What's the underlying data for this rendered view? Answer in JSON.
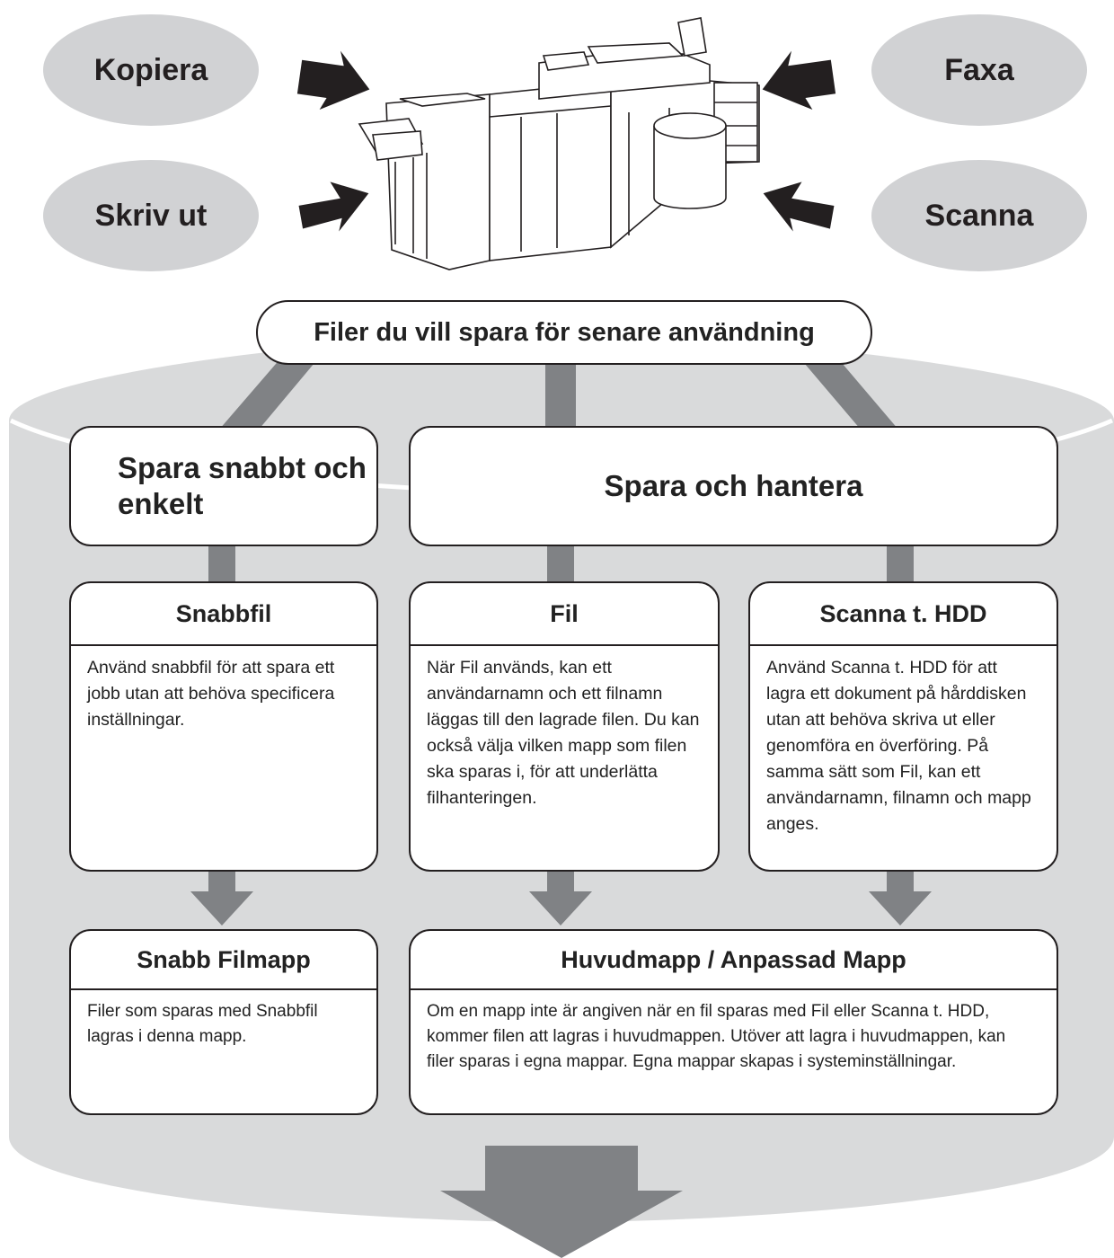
{
  "sources": {
    "copy": "Kopiera",
    "print": "Skriv ut",
    "fax": "Faxa",
    "scan": "Scanna"
  },
  "top_label": "Filer du vill spara för senare användning",
  "categories": {
    "quick": "Spara snabbt och enkelt",
    "manage": "Spara och hantera"
  },
  "modes": {
    "quickfile": {
      "title": "Snabbfil",
      "text": "Använd snabbfil för att spara ett jobb utan att behöva specificera inställningar."
    },
    "file": {
      "title": "Fil",
      "text": "När Fil används, kan ett användarnamn och ett filnamn läggas till den lagrade filen. Du kan också välja vilken mapp som filen ska sparas i, för att underlätta filhanteringen."
    },
    "scan_hdd": {
      "title": "Scanna t. HDD",
      "text": "Använd Scanna t. HDD för att lagra ett dokument på hårddisken utan att behöva skriva ut eller genomföra en överföring. På samma sätt som Fil, kan ett användarnamn, filnamn och mapp anges."
    }
  },
  "folders": {
    "quick_folder": {
      "title": "Snabb Filmapp",
      "text": "Filer som sparas med Snabbfil lagras i denna mapp."
    },
    "main_custom": {
      "title": "Huvudmapp / Anpassad Mapp",
      "text": "Om en mapp inte är angiven när en fil sparas med Fil eller Scanna t. HDD, kommer filen att lagras i huvudmappen. Utöver att lagra i huvudmappen, kan filer sparas i egna mappar. Egna mappar skapas i systeminställningar."
    }
  },
  "colors": {
    "ellipse": "#d1d2d4",
    "cylinder": "#d9dadb",
    "connector": "#808285",
    "arrow": "#231f20",
    "outline": "#231f20"
  }
}
